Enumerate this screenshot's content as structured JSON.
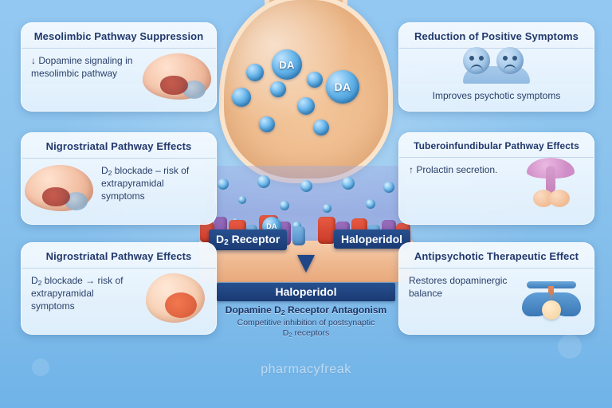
{
  "meta": {
    "watermark": "pharmacyfreak",
    "colors": {
      "background_top": "#93c8f2",
      "background_bottom": "#6fb3e8",
      "card_bg": "#f3f9fe",
      "title_text": "#22386b",
      "badge_bg": "#1b3b74",
      "badge_text": "#ffffff",
      "neuron_fill": "#edb98a",
      "vesicle_blue": "#2a7fc4",
      "receptor_red": "#c93a28",
      "receptor_purple": "#7a4fa0"
    }
  },
  "center": {
    "drug_title": "Haloperidol",
    "mechanism_line": "Dopamine D2 Receptor Antagonism",
    "detail_line": "Competitive inhibition of postsynaptic D2 receptors",
    "badge_receptor": "D2 Receptor",
    "badge_drug": "Haloperidol",
    "vesicle_label_a": "DA",
    "vesicle_label_b": "DA",
    "cleft_label": "DA"
  },
  "cards": [
    {
      "id": "mesolimbic-pathway-suppression",
      "title": "Mesolimbic Pathway Suppression",
      "arrow": "↓",
      "body": " Dopamine signaling in mesolimbic pathway",
      "art": "brain-icon"
    },
    {
      "id": "nigrostriatal-pathway-effects-upper",
      "title": "Nigrostriatal Pathway Effects",
      "arrow": "",
      "body": "D2 blockade – risk of extrapyramidal symptoms",
      "art": "brain-icon"
    },
    {
      "id": "nigrostriatal-pathway-effects-lower",
      "title": "Nigrostriatal Pathway Effects",
      "arrow": "",
      "body": "D2 blockade → risk of extrapyramidal symptoms",
      "art": "stomach-icon"
    },
    {
      "id": "reduction-of-positive-symptoms",
      "title": "Reduction of Positive Symptoms",
      "arrow": "",
      "body": "Improves psychotic symptoms",
      "art": "faces-icon"
    },
    {
      "id": "tuberoinfundibular-pathway-effects",
      "title": "Tuberoinfundibular Pathway Effects",
      "arrow": "↑",
      "body": " Prolactin secretion.",
      "art": "pituitary-icon"
    },
    {
      "id": "antipsychotic-therapeutic-effect",
      "title": "Antipsychotic Therapeutic Effect",
      "arrow": "",
      "body": "Restores dopaminergic balance",
      "art": "neurotransmitter-icon"
    }
  ]
}
